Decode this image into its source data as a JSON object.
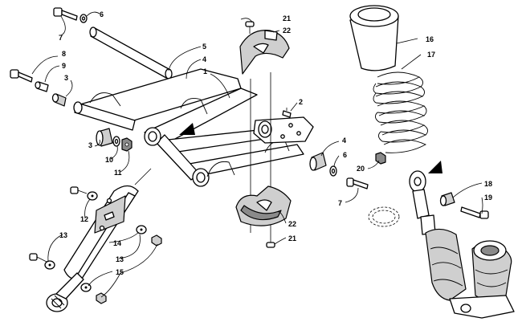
{
  "callouts": {
    "c1": "1",
    "c2": "2",
    "c3a": "3",
    "c3b": "3",
    "c4a": "4",
    "c4b": "4",
    "c5": "5",
    "c6a": "6",
    "c6b": "6",
    "c7a": "7",
    "c7b": "7",
    "c8": "8",
    "c9": "9",
    "c10": "10",
    "c11": "11",
    "c12": "12",
    "c13a": "13",
    "c13b": "13",
    "c14": "14",
    "c15": "15",
    "c16": "16",
    "c17": "17",
    "c18": "18",
    "c19": "19",
    "c20": "20",
    "c21a": "21",
    "c21b": "21",
    "c22a": "22",
    "c22b": "22"
  },
  "icons": {
    "pointer": "forward-arrow-icon"
  }
}
